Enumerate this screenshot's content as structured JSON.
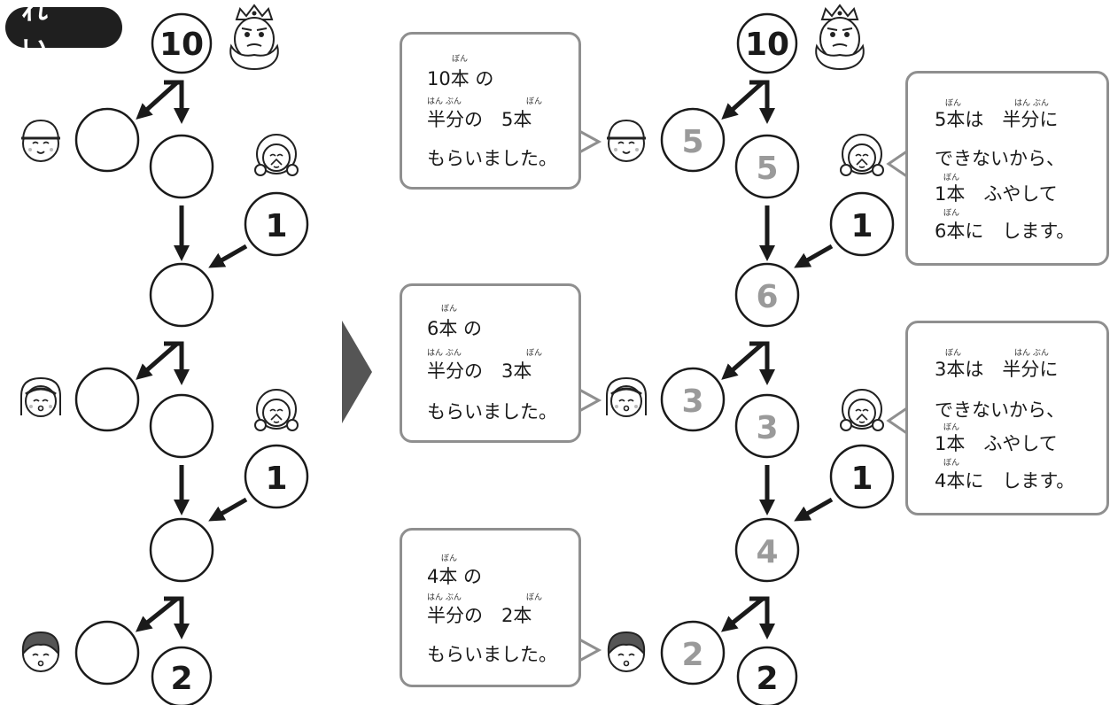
{
  "badge": "れ い",
  "colors": {
    "ink": "#1a1a1a",
    "answer": "#9a9a9a",
    "bubble_border": "#8f8f8f",
    "arrow_big": "#555555"
  },
  "left": {
    "start": "10",
    "flows": [
      "1",
      "1"
    ],
    "end": "2",
    "blank_circles": 7
  },
  "right": {
    "start": "10",
    "flows": [
      "1",
      "1"
    ],
    "end": "2",
    "answers": {
      "kid1": "5",
      "remain1": "5",
      "after1": "6",
      "kid2": "3",
      "remain2": "3",
      "after2": "4",
      "kid3": "2"
    }
  },
  "bubbles": {
    "half1": {
      "ruby1": "ぼん",
      "line1": "10本 の",
      "ruby2a": "はん ぶん",
      "ruby2b": "ぼん",
      "line2": "半分の　5本",
      "line3": "もらいました。"
    },
    "half2": {
      "ruby1": "ぼん",
      "line1": "6本 の",
      "ruby2a": "はん ぶん",
      "ruby2b": "ぼん",
      "line2": "半分の　3本",
      "line3": "もらいました。"
    },
    "half3": {
      "ruby1": "ぼん",
      "line1": "4本 の",
      "ruby2a": "はん ぶん",
      "ruby2b": "ぼん",
      "line2": "半分の　2本",
      "line3": "もらいました。"
    },
    "odd1": {
      "ruby1a": "ぼん",
      "ruby1b": "はん ぶん",
      "line1": "5本は　半分に",
      "line2": "できないから、",
      "ruby3": "ぼん",
      "line3": "1本　ふやして",
      "ruby4": "ぼん",
      "line4": "6本に　します。"
    },
    "odd2": {
      "ruby1a": "ぼん",
      "ruby1b": "はん ぶん",
      "line1": "3本は　半分に",
      "line2": "できないから、",
      "ruby3": "ぼん",
      "line3": "1本　ふやして",
      "ruby4": "ぼん",
      "line4": "4本に　します。"
    }
  }
}
